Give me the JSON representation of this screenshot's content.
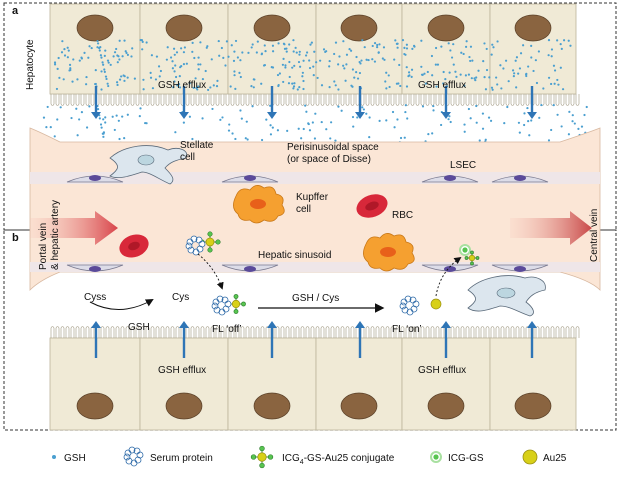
{
  "panels": {
    "a": "a",
    "b": "b"
  },
  "labels": {
    "hepatocyte": "Hepatocyte",
    "gsh_efflux": "GSH efflux",
    "stellate_cell": "Stellate\ncell",
    "perisinusoidal": "Perisinusoidal space\n(or space of Disse)",
    "lsec": "LSEC",
    "kupffer_cell": "Kupffer\ncell",
    "rbc": "RBC",
    "portal_vein": "Portal vein\n& hepatic artery",
    "central_vein": "Central vein",
    "hepatic_sinusoid": "Hepatic sinusoid",
    "cyss": "Cyss",
    "cys": "Cys",
    "gsh": "GSH",
    "fl_off": "FL ‘off’",
    "gsh_cys": "GSH / Cys",
    "fl_on": "FL ‘on’"
  },
  "legend": {
    "gsh": "GSH",
    "serum_protein": "Serum protein",
    "conjugate_prefix": "ICG",
    "conjugate_sub": "4",
    "conjugate_suffix": "-GS-Au25 conjugate",
    "icg_gs": "ICG-GS",
    "au25": "Au25"
  },
  "colors": {
    "cell_fill": "#f0ead6",
    "nucleus": "#8a6440",
    "sinusoid": "#fbe6d6",
    "gsh_dot": "#4a9fd0",
    "efflux_arrow": "#2e75b6",
    "kupffer": "#f5a030",
    "rbc": "#d8283a",
    "au25": "#d8d018",
    "icg": "#58c450",
    "lsec": "#dcdce8"
  }
}
